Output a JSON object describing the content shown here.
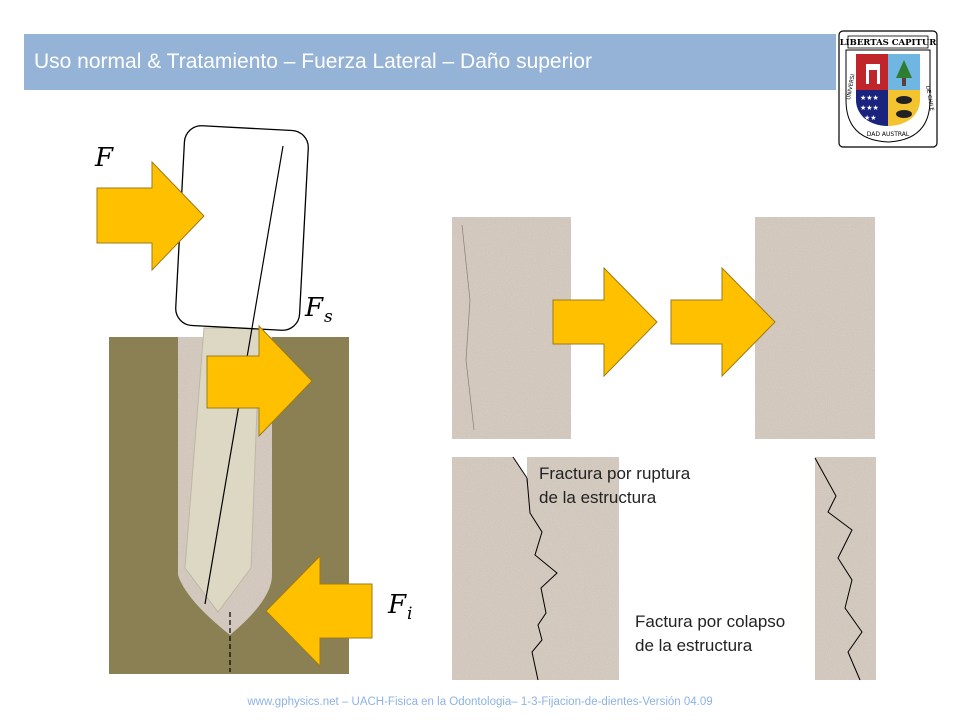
{
  "slide": {
    "title": "Uso normal & Tratamiento – Fuerza Lateral – Daño superior",
    "footer": "www.gphysics.net – UACH-Fisica en la Odontologia– 1-3-Fijacion-de-dientes-Versión 04.09"
  },
  "logo": {
    "motto": "LIBERTAS CAPITUR",
    "ring_left": "UNIVERSI",
    "ring_bottom": "DAD AUSTRAL",
    "ring_right": "DE CHILE"
  },
  "diagram": {
    "forces": {
      "f": "F",
      "fs_base": "F",
      "fs_sub": "s",
      "fi_base": "F",
      "fi_sub": "i"
    }
  },
  "captions": {
    "rupture_line1": "Fractura por ruptura",
    "rupture_line2": "de la estructura",
    "collapse_line1": "Factura por colapso",
    "collapse_line2": "de la estructura"
  },
  "colors": {
    "title_bar": "#95b3d7",
    "arrow_fill": "#ffc000",
    "bone": "#8b8053",
    "root": "#ddd8c4",
    "granite": "#9a8a7e",
    "footer_text": "#8db3e2"
  }
}
